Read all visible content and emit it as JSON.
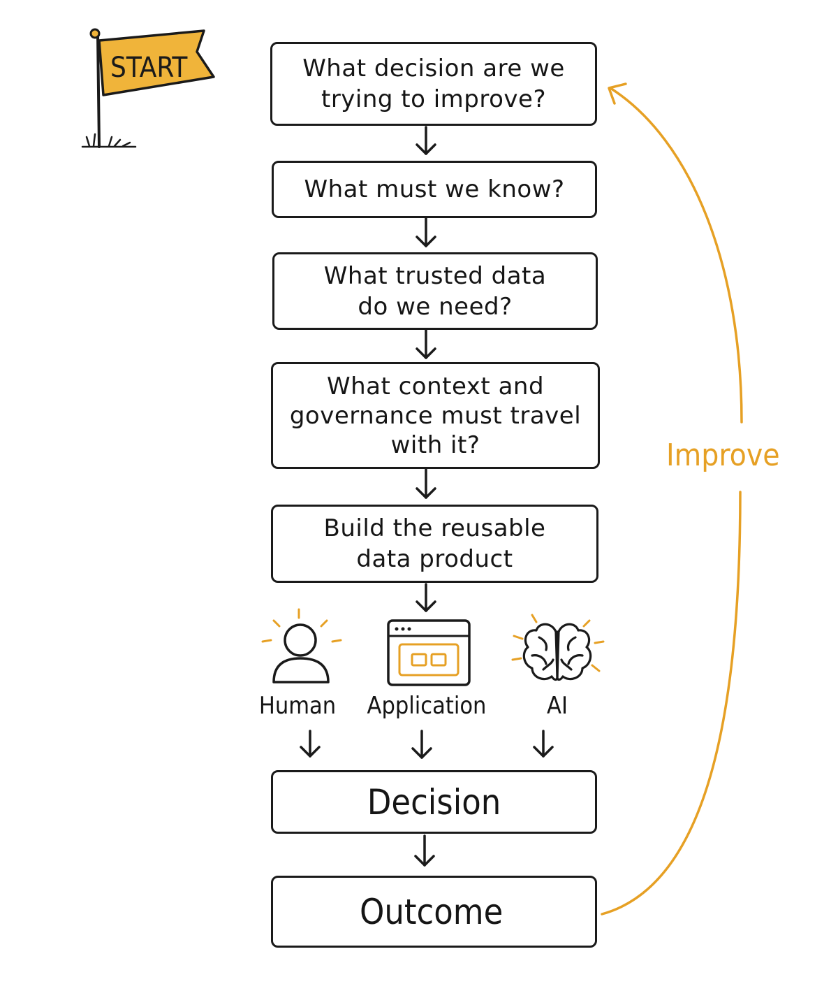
{
  "start": {
    "label": "START"
  },
  "steps": [
    {
      "text": "What decision are we\ntrying to improve?"
    },
    {
      "text": "What must we know?"
    },
    {
      "text": "What trusted data\ndo we need?"
    },
    {
      "text": "What context and\ngovernance must travel\nwith it?"
    },
    {
      "text": "Build the reusable\ndata product"
    }
  ],
  "actors": [
    {
      "label": "Human",
      "icon": "person-icon"
    },
    {
      "label": "Application",
      "icon": "app-window-icon"
    },
    {
      "label": "AI",
      "icon": "brain-icon"
    }
  ],
  "decision": {
    "text": "Decision"
  },
  "outcome": {
    "text": "Outcome",
    "icon": "bar-chart-icon"
  },
  "loop": {
    "label": "Improve"
  },
  "colors": {
    "accent": "#e6a024",
    "ink": "#1a1a1a"
  }
}
